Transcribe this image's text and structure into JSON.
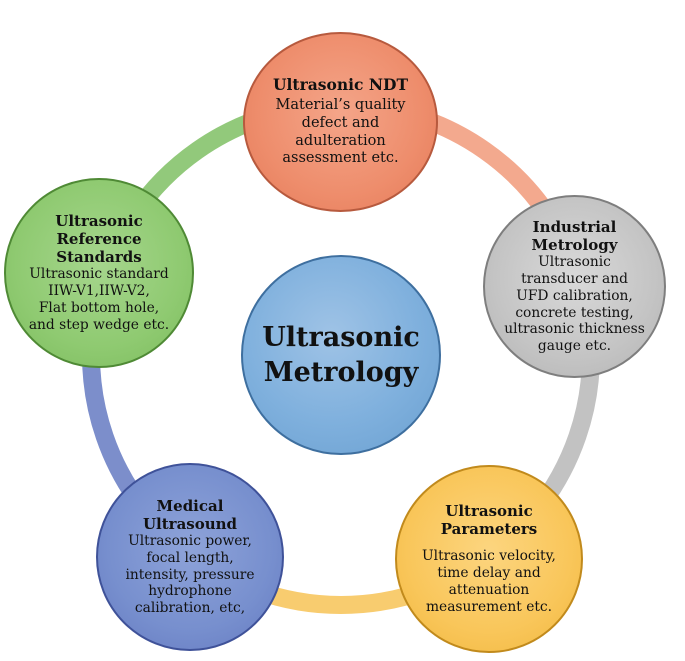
{
  "center": {
    "title_line1": "Ultrasonic",
    "title_line2": "Metrology"
  },
  "nodes": {
    "top": {
      "title": "Ultrasonic NDT",
      "desc": [
        "Material’s quality",
        "defect and",
        "adulteration",
        "assessment etc."
      ],
      "color": "#ee8d6c"
    },
    "right": {
      "title": [
        "Industrial",
        "Metrology"
      ],
      "desc": [
        "Ultrasonic",
        "transducer and",
        "UFD calibration,",
        "concrete testing,",
        "ultrasonic thickness",
        "gauge etc."
      ],
      "color": "#c4c4c4"
    },
    "bottom_right": {
      "title": [
        "Ultrasonic",
        "Parameters"
      ],
      "desc": [
        "Ultrasonic velocity,",
        "time delay and",
        "attenuation",
        "measurement etc."
      ],
      "color": "#f9c65a"
    },
    "bottom_left": {
      "title": [
        "Medical",
        "Ultrasound"
      ],
      "desc": [
        "Ultrasonic power,",
        "focal length,",
        "intensity, pressure",
        "hydrophone",
        "calibration, etc,"
      ],
      "color": "#778fce"
    },
    "left": {
      "title": [
        "Ultrasonic",
        "Reference",
        "Standards"
      ],
      "desc": [
        "Ultrasonic standard",
        "IIW-V1,IIW-V2,",
        "Flat bottom hole,",
        "and step wedge etc."
      ],
      "color": "#8fca71"
    }
  },
  "ring_colors": {
    "top_to_right": "#f3a98e",
    "right_to_bottom_right": "#c2c2c2",
    "bottom_right_to_bottom_left": "#f8cc6f",
    "bottom_left_to_left": "#7c8ecb",
    "left_to_top": "#92c97b"
  }
}
